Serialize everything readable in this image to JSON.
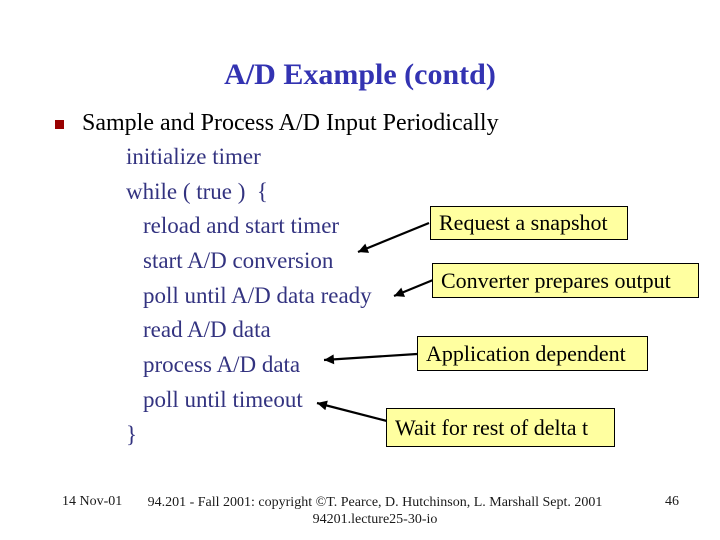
{
  "slide": {
    "title": "A/D Example (contd)",
    "bullet_text": "Sample and Process A/D Input Periodically",
    "pseudocode": {
      "lines": [
        "initialize timer",
        "while ( true )  {",
        "reload and start timer",
        "start A/D conversion",
        "poll until A/D data ready",
        "read A/D data",
        "process A/D data",
        "poll until timeout",
        "}"
      ]
    },
    "callouts": [
      {
        "label": "Request a snapshot"
      },
      {
        "label": "Converter prepares output"
      },
      {
        "label": "Application dependent"
      },
      {
        "label": "Wait for rest of delta t"
      }
    ],
    "colors": {
      "title_text": "#3333b2",
      "code_text": "#333380",
      "bullet_marker": "#990000",
      "callout_fill": "#ffffa0",
      "callout_border": "#000000",
      "background": "#ffffff"
    }
  },
  "footer": {
    "date": "14 Nov-01",
    "credit_line1": "94.201 - Fall 2001: copyright ©T. Pearce, D. Hutchinson, L. Marshall Sept. 2001",
    "credit_line2": "94201.lecture25-30-io",
    "page_number": "46"
  }
}
